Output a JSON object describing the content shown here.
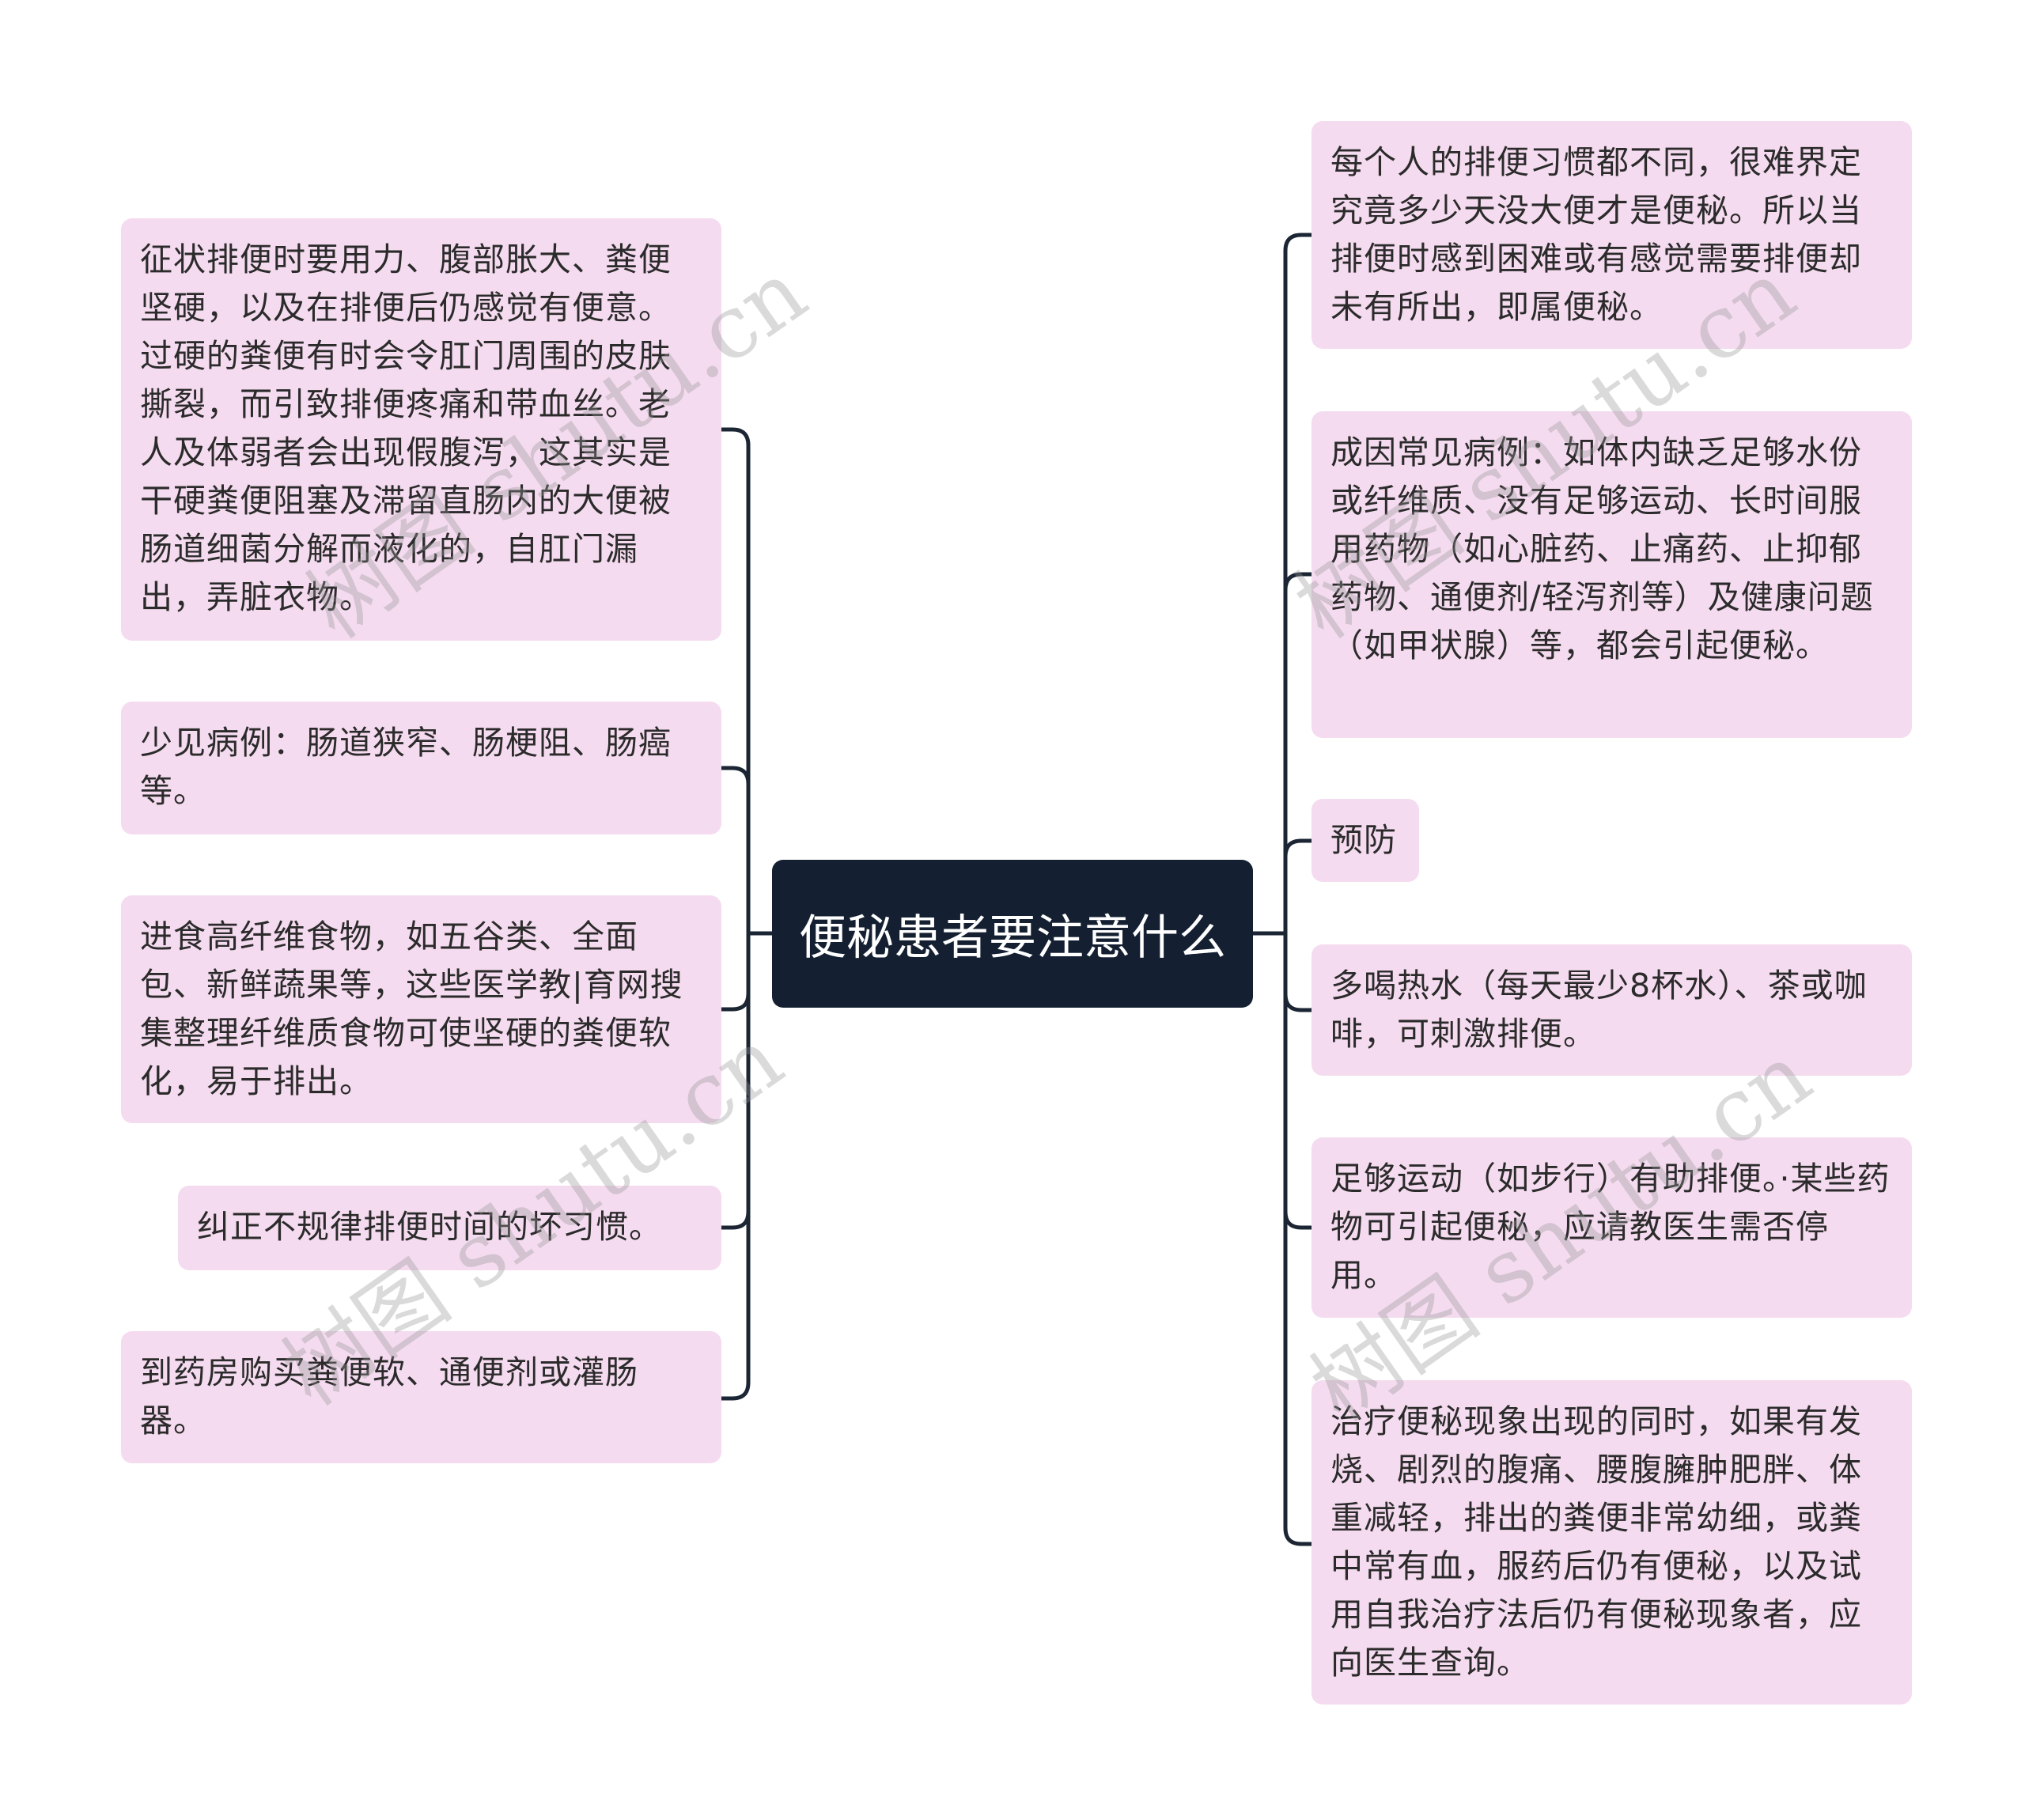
{
  "title": "便秘患者要注意什么",
  "colors": {
    "center_bg": "#142032",
    "node_bg": "#f5dbef",
    "line": "#1b2533",
    "text": "#2b2b2b"
  },
  "left_nodes": [
    {
      "text": "征状排便时要用力、腹部胀大、粪便坚硬，以及在排便后仍感觉有便意。过硬的粪便有时会令肛门周围的皮肤撕裂，而引致排便疼痛和带血丝。老人及体弱者会出现假腹泻，这其实是干硬粪便阻塞及滞留直肠内的大便被肠道细菌分解而液化的，自肛门漏出，弄脏衣物。"
    },
    {
      "text": "少见病例：肠道狭窄、肠梗阻、肠癌等。"
    },
    {
      "text": "进食高纤维食物，如五谷类、全面包、新鲜蔬果等，这些医学教|育网搜集整理纤维质食物可使坚硬的粪便软化，易于排出。"
    },
    {
      "text": "纠正不规律排便时间的坏习惯。"
    },
    {
      "text": "到药房购买粪便软、通便剂或灌肠器。"
    }
  ],
  "right_nodes": [
    {
      "text": "每个人的排便习惯都不同，很难界定究竟多少天没大便才是便秘。所以当排便时感到困难或有感觉需要排便却未有所出，即属便秘。"
    },
    {
      "text": "成因常见病例：如体内缺乏足够水份或纤维质、没有足够运动、长时间服用药物（如心脏药、止痛药、止抑郁药物、通便剂/轻泻剂等）及健康问题（如甲状腺）等，都会引起便秘。"
    },
    {
      "text": "预防"
    },
    {
      "text": "多喝热水（每天最少8杯水）、茶或咖啡，可刺激排便。"
    },
    {
      "text": "足够运动（如步行）有助排便。·某些药物可引起便秘，应请教医生需否停用。"
    },
    {
      "text": "治疗便秘现象出现的同时，如果有发烧、剧烈的腹痛、腰腹臃肿肥胖、体重减轻，排出的粪便非常幼细，或粪中常有血，服药后仍有便秘，以及试用自我治疗法后仍有便秘现象者，应向医生查询。"
    }
  ],
  "watermark": {
    "text": "树图 shutu.cn"
  }
}
